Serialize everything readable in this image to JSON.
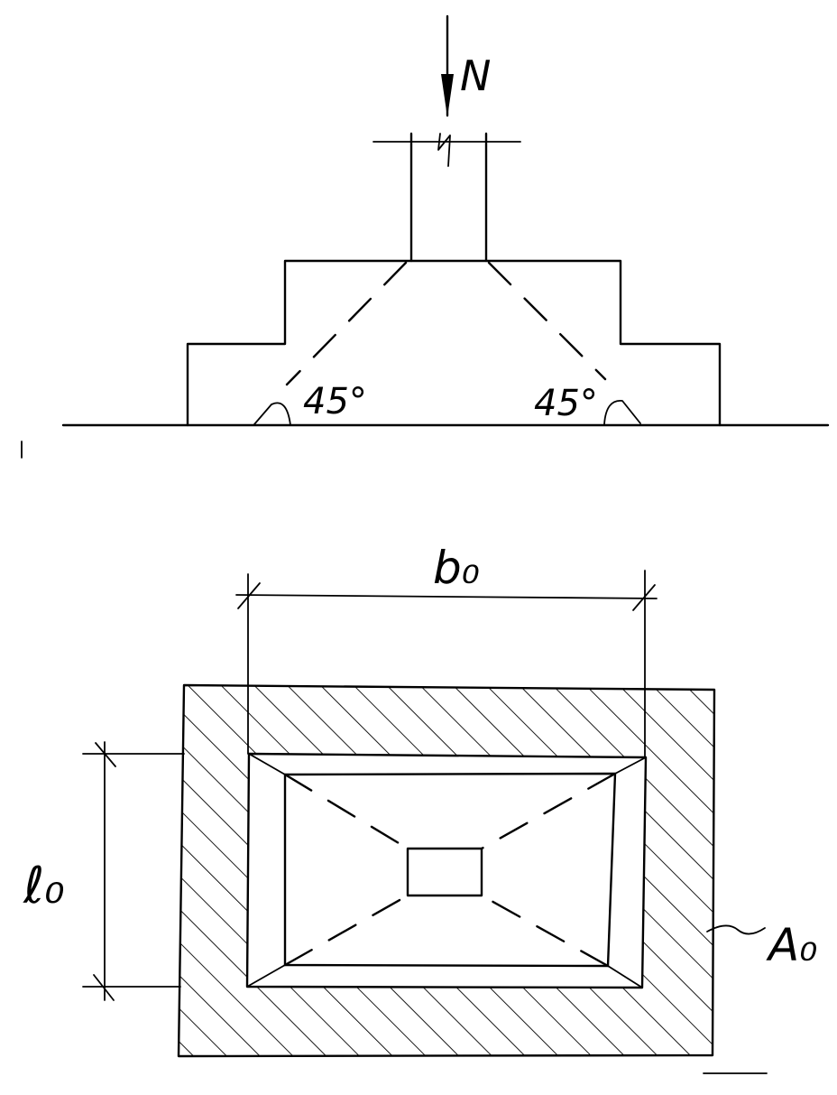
{
  "elevation": {
    "load_label": "N",
    "angle_left": "45°",
    "angle_right": "45°"
  },
  "plan": {
    "width_label": "b₀",
    "length_label": "ℓ₀",
    "area_label": "A₀"
  }
}
